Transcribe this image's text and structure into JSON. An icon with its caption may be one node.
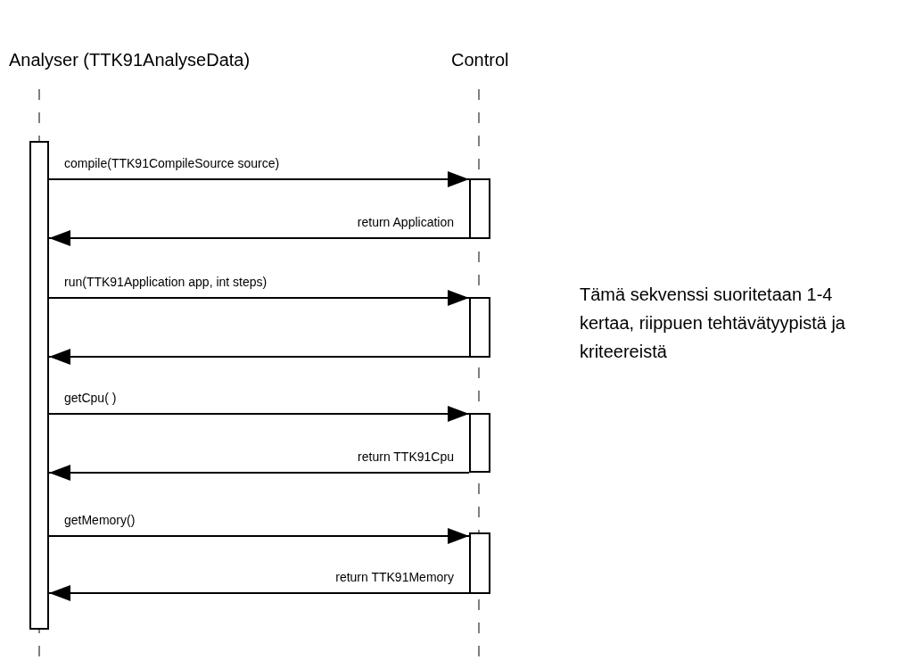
{
  "diagram": {
    "nodes": [
      {
        "text": [
          "Analyser (TTK91AnalyseData)"
        ]
      },
      {
        "text": [
          "Control"
        ]
      },
      {
        "text": [],
        "shape": "bar"
      },
      {
        "text": [],
        "shape": "bar"
      },
      {
        "text": [],
        "shape": "bar"
      },
      {
        "text": [],
        "shape": "bar"
      },
      {
        "text": [],
        "shape": "bar"
      }
    ],
    "edges": [
      {
        "from": 2,
        "to": 3,
        "arrow": "to",
        "label": "compile(TTK91CompileSource source)"
      },
      {
        "from": 3,
        "to": 2,
        "arrow": "to",
        "label": "return Application"
      },
      {
        "from": 2,
        "to": 4,
        "arrow": "to",
        "label": "run(TTK91Application app, int steps)"
      },
      {
        "from": 4,
        "to": 2,
        "arrow": "to"
      },
      {
        "from": 2,
        "to": 5,
        "arrow": "to",
        "label": "getCpu( )"
      },
      {
        "from": 5,
        "to": 2,
        "arrow": "to",
        "label": "return TTK91Cpu"
      },
      {
        "from": 2,
        "to": 6,
        "arrow": "to",
        "label": "getMemory()"
      },
      {
        "from": 6,
        "to": 2,
        "arrow": "to",
        "label": "return TTK91Memory"
      }
    ],
    "labels": [
      "Tämä sekvenssi suoritetaan 1-4 kertaa, riippuen tehtävätyypistä ja kriteereistä"
    ]
  }
}
